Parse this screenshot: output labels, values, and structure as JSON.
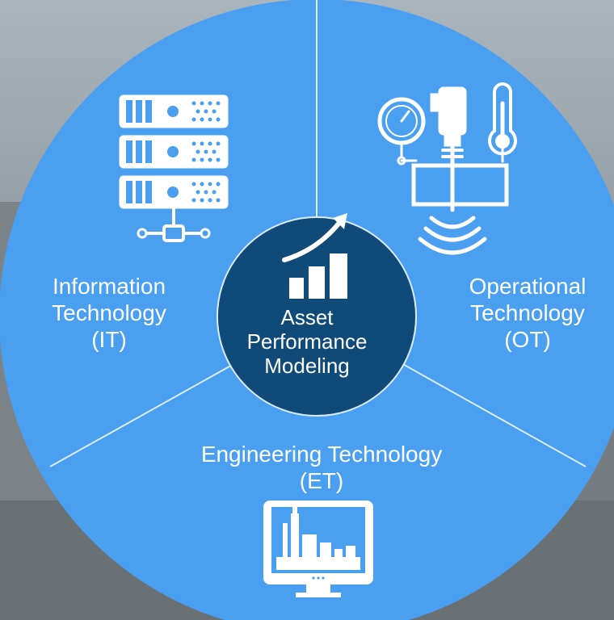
{
  "sectors": {
    "it": {
      "line1": "Information",
      "line2": "Technology",
      "line3": "(IT)",
      "icon": "server-rack-icon"
    },
    "ot": {
      "line1": "Operational",
      "line2": "Technology",
      "line3": "(OT)",
      "icon": "sensors-icon"
    },
    "et": {
      "line1": "Engineering Technology",
      "line2": "(ET)",
      "icon": "plant-monitor-icon"
    }
  },
  "center": {
    "line1": "Asset",
    "line2": "Performance",
    "line3": "Modeling",
    "icon": "growth-chart-icon"
  },
  "colors": {
    "sector": "#4a9ff0",
    "center": "#0f4a78",
    "divider": "#dcecfb",
    "text": "#ffffff"
  }
}
